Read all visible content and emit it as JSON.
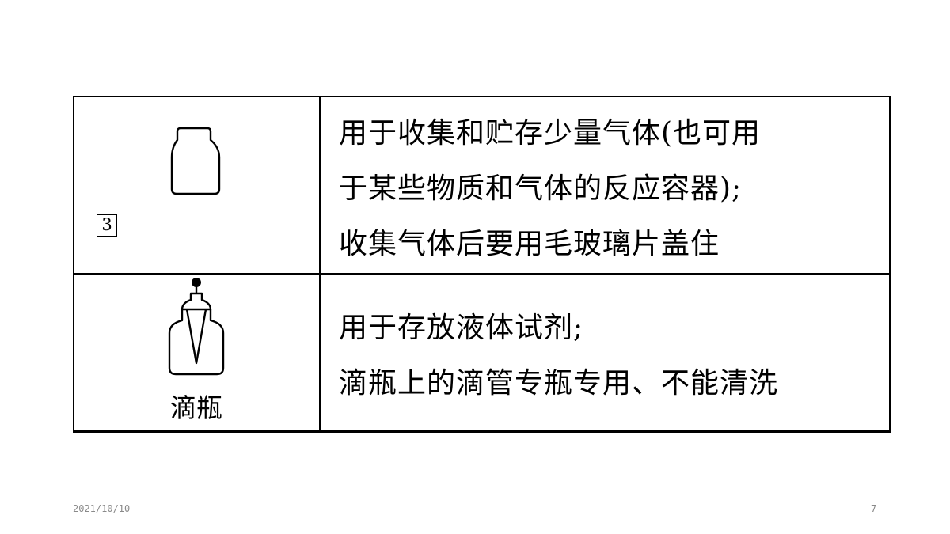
{
  "table": {
    "rows": [
      {
        "icon": "gas-collecting-bottle-icon",
        "blank_number": "3",
        "apparatus_name": "",
        "description_lines": [
          "用于收集和贮存少量气体(也可用",
          "于某些物质和气体的反应容器);",
          "收集气体后要用毛玻璃片盖住"
        ]
      },
      {
        "icon": "dropper-bottle-icon",
        "apparatus_name": "滴瓶",
        "description_lines": [
          "用于存放液体试剂;",
          "滴瓶上的滴管专瓶专用、不能清洗"
        ]
      }
    ]
  },
  "colors": {
    "answer_blank_line": "#e0269b",
    "footer_text": "#8a8a8a"
  },
  "footer": {
    "date": "2021/10/10",
    "page_number": "7"
  }
}
